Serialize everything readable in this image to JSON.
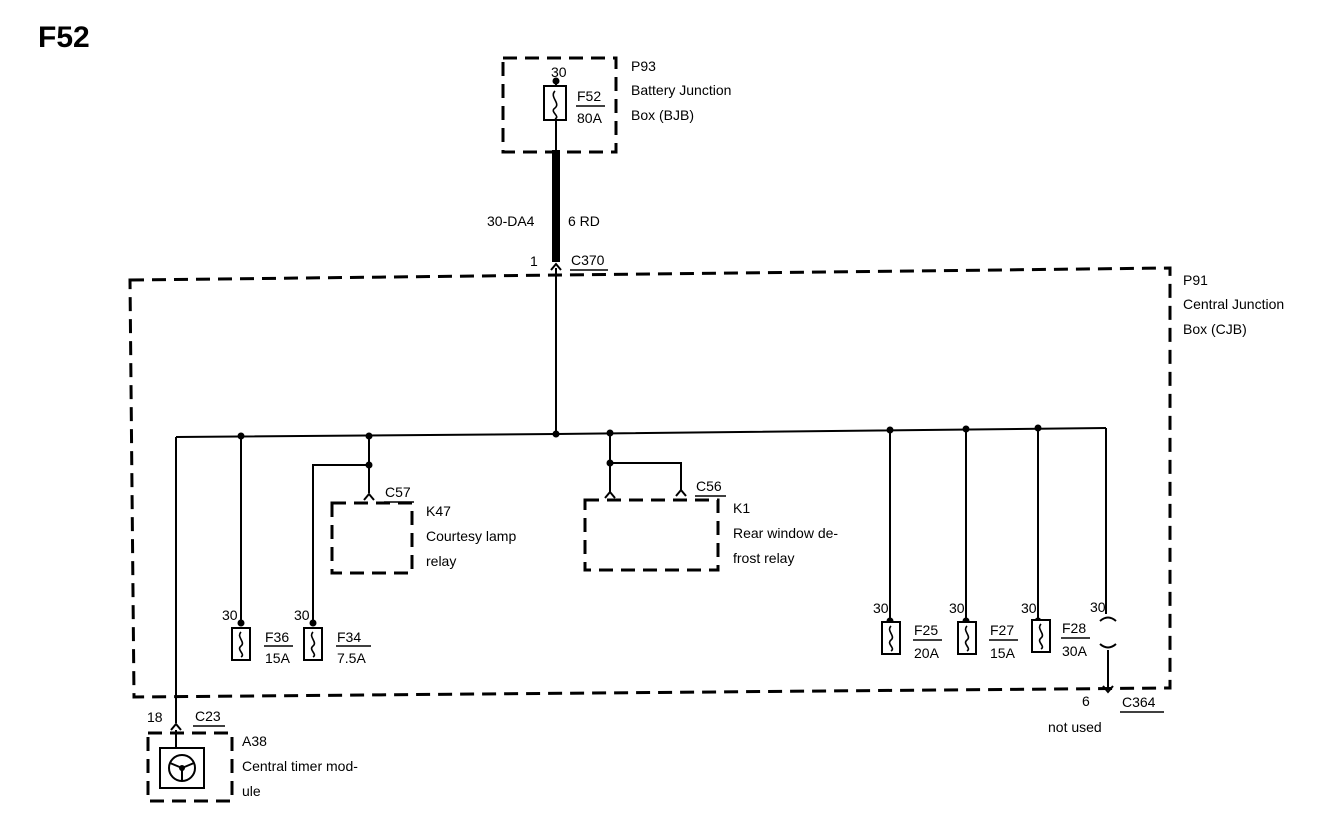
{
  "diagram_title": "F52",
  "bjb": {
    "id": "P93",
    "name_line1": "Battery Junction",
    "name_line2": "Box (BJB)"
  },
  "main_fuse": {
    "pin": "30",
    "id": "F52",
    "rating": "80A"
  },
  "feed_wire": {
    "circuit": "30-DA4",
    "gauge_color": "6 RD"
  },
  "connector_c370": {
    "pin": "1",
    "id": "C370"
  },
  "cjb": {
    "id": "P91",
    "name_line1": "Central Junction",
    "name_line2": "Box (CJB)"
  },
  "relay_k47": {
    "connector": "C57",
    "id": "K47",
    "name_line1": "Courtesy lamp",
    "name_line2": "relay"
  },
  "relay_k1": {
    "connector": "C56",
    "id": "K1",
    "name_line1": "Rear window de-",
    "name_line2": "frost relay"
  },
  "fuses": [
    {
      "pin": "30",
      "id": "F36",
      "rating": "15A"
    },
    {
      "pin": "30",
      "id": "F34",
      "rating": "7.5A"
    },
    {
      "pin": "30",
      "id": "F25",
      "rating": "20A"
    },
    {
      "pin": "30",
      "id": "F27",
      "rating": "15A"
    },
    {
      "pin": "30",
      "id": "F28",
      "rating": "30A"
    }
  ],
  "open_pin": {
    "pin": "30"
  },
  "connector_c364": {
    "pin": "6",
    "id": "C364",
    "note": "not used"
  },
  "module_a38": {
    "pin": "18",
    "connector": "C23",
    "id": "A38",
    "name_line1": "Central timer mod-",
    "name_line2": "ule"
  }
}
